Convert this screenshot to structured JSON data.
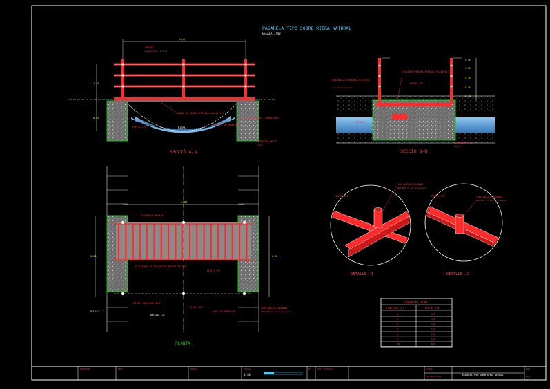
{
  "drawing": {
    "title": "PASARELA TIPO SOBRE RIERA NATURAL",
    "scale": "ESCALA 1/40"
  },
  "section_aa": {
    "caption": "SECCIÓ A-A",
    "dim_top": "L(m)",
    "handrail_label": "BARANA",
    "handrail_sub": "(veure det. 1 i 2)",
    "deck_label": "TAULON DE MADERA TRATADA (5x5x0.95)",
    "beam_label": "PERFIL IPE",
    "wall_label": "MUR PLANO REC. HORMIGON A",
    "support_label": "APOYO DE HORMIGON",
    "base_label": "HORMIGON HM-15",
    "base_sub": "10cm",
    "water_label": "RIERA",
    "h1": "1.10",
    "h2": "0.80"
  },
  "section_bb": {
    "caption": "SECCIÓ B-B",
    "post_label_1": "TUBO ANCLAJE BARANDA PILASTRA",
    "post_label_1b": "(5 mm de grueso)",
    "deck_label": "TAULON DE MADERA TRATADA (5x5x0.95)",
    "beam_label": "PERFIL IPE",
    "abutment_label": "ESTRIBO",
    "base_label": "HORMIGON HM-15",
    "base_sub": "10cm",
    "dims": [
      "0.10",
      "0.30",
      "0.30",
      "0.30",
      "0.10"
    ]
  },
  "planta": {
    "caption": "PLANTA",
    "dim_top": "L(m)",
    "planks_label": "PLATAFORMA DE TAULONS DE MADERA TRATADA",
    "rail_label": "BARANDA DE MADERA",
    "beam_label": "PERFIL IPE",
    "beam_label_2": "PERFIL IPE",
    "post_label": "TUBO ANCLAJE BARANDA",
    "post_sub": "ANCLADO (5 mm de grueso)",
    "support_label": "APOYO DE HORMIGON",
    "pilar_label": "PILARES HORMIGON HM-15",
    "detail_call_1": "DETALLE -1-",
    "detail_call_2": "DETALLE -2-",
    "width_left": "0.80",
    "width_right": "0.80"
  },
  "detail_1": {
    "caption": "DETALLE -1-",
    "beam_label": "PERFIL IPE",
    "tube_label": "TUBO ANCLAJE BARANDA",
    "tube_sub": "ANCLADO (5 mm de grueso)"
  },
  "detail_2": {
    "caption": "DETALLE -2-",
    "beam_label": "PERFIL IPE",
    "tube_label": "TUBO ANCLAJE BARANDA",
    "tube_sub": "ANCLADO (5 mm de grueso)"
  },
  "table": {
    "title": "PASARELAS TIPO",
    "headers": [
      "LONGITUD (L)",
      "PERFIL IPE"
    ],
    "rows": [
      [
        "4",
        "200"
      ],
      [
        "5",
        "220"
      ],
      [
        "6",
        "240"
      ],
      [
        "7",
        "270"
      ],
      [
        "8",
        "300"
      ],
      [
        "9",
        "330"
      ],
      [
        "10",
        "360"
      ]
    ]
  },
  "titleblock": {
    "cells": [
      "PROMOTOR",
      "OBRA",
      "AUTOR",
      "ESCALA",
      "1/40",
      "Nº",
      "PLA / DETALLE",
      "PLANOL",
      "PASARELA TIPO",
      "PASARELA TIPO SOBRE RIERA NATURAL",
      "FULL",
      "DATA"
    ]
  },
  "colors": {
    "background": "#000000",
    "frame": "#ffffff",
    "steel": "#ff2a2a",
    "concrete_fill": "#8a8a8a",
    "hatch_green": "#00d000",
    "water": "#5fa0d8",
    "dim_text": "#e0e000",
    "label_text": "#ff3030",
    "title_text": "#40d0ff",
    "table_border": "#ffffff"
  }
}
